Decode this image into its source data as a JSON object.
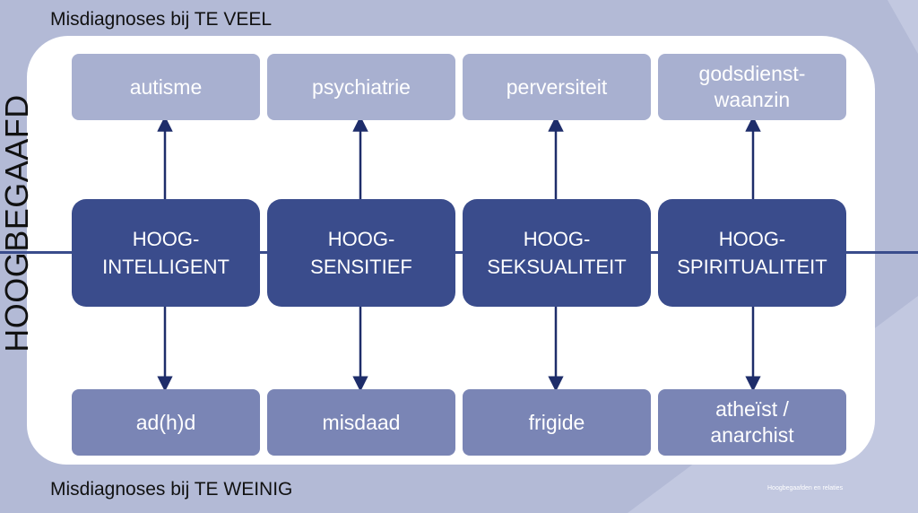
{
  "captions": {
    "top": "Misdiagnoses bij TE VEEL",
    "bottom": "Misdiagnoses bij TE WEINIG",
    "side": "HOOGBEGAAFD"
  },
  "columns": [
    {
      "top": "autisme",
      "main": "HOOG-\nINTELLIGENT",
      "bottom": "ad(h)d"
    },
    {
      "top": "psychiatrie",
      "main": "HOOG-\nSENSITIEF",
      "bottom": "misdaad"
    },
    {
      "top": "perversiteit",
      "main": "HOOG-\nSEKSUALITEIT",
      "bottom": "frigide"
    },
    {
      "top": "godsdienst-\nwaanzin",
      "main": "HOOG-\nSPIRITUALITEIT",
      "bottom": "atheïst /\nanarchist"
    }
  ],
  "footer": "Hoogbegaafden en relaties",
  "colors": {
    "background": "#b3bad6",
    "top_box": "#a8b0d0",
    "main_box": "#3a4c8c",
    "bottom_box": "#7a85b5",
    "arrow": "#1e2d6a"
  }
}
